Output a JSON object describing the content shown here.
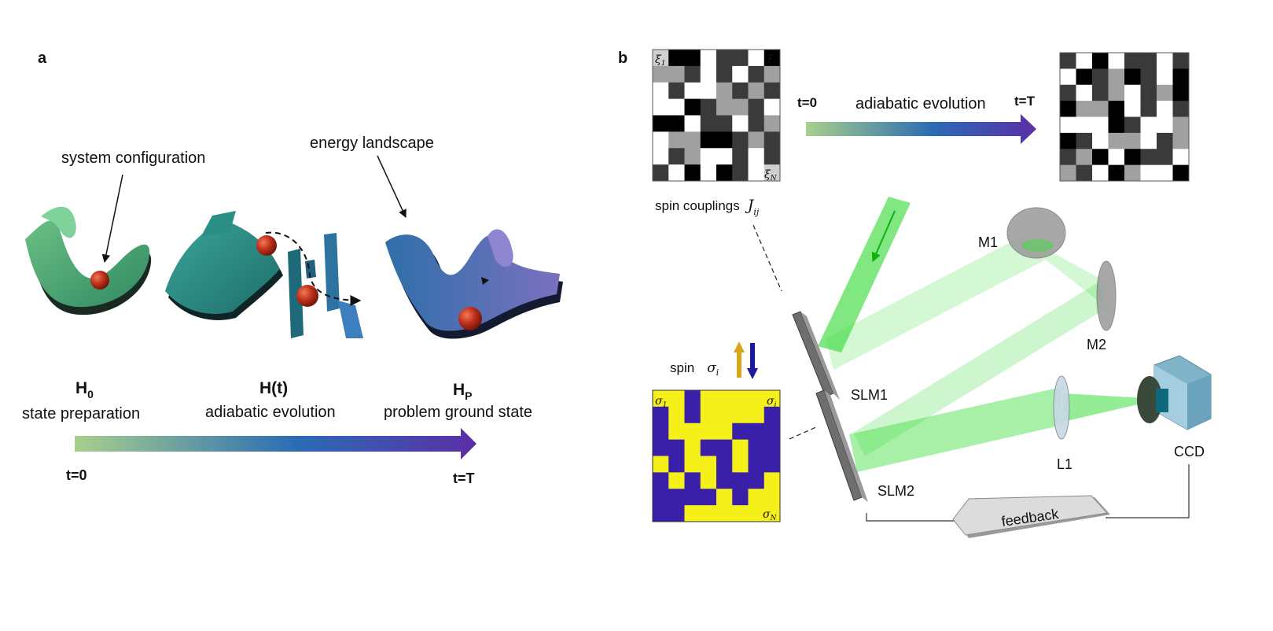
{
  "panel_a": {
    "letter": "a",
    "callouts": {
      "system_configuration": "system configuration",
      "energy_landscape": "energy landscape"
    },
    "stages": [
      {
        "hamiltonian": "H",
        "sub": "0",
        "caption": "state preparation"
      },
      {
        "hamiltonian": "H(t)",
        "sub": "",
        "caption": "adiabatic evolution"
      },
      {
        "hamiltonian": "H",
        "sub": "P",
        "caption": "problem ground state"
      }
    ],
    "time_start": "t=0",
    "time_end": "t=T",
    "gradient_colors": [
      "#a8d08d",
      "#2b6cb5",
      "#5b2ea6"
    ]
  },
  "panel_b": {
    "letter": "b",
    "xi_labels": {
      "first": "ξ",
      "first_sub": "1",
      "mid": "ξ",
      "mid_sub": "i",
      "last": "ξ",
      "last_sub": "N"
    },
    "time_start": "t=0",
    "time_end": "t=T",
    "evolution_label": "adiabatic evolution",
    "spin_couplings_text": "spin couplings",
    "spin_couplings_symbol": "J",
    "spin_couplings_sub": "ij",
    "spin_text": "spin",
    "spin_symbol": "σ",
    "spin_sub": "i",
    "sigma_labels": {
      "first": "σ",
      "first_sub": "1",
      "mid": "σ",
      "mid_sub": "i",
      "last": "σ",
      "last_sub": "N"
    },
    "components": {
      "m1": "M1",
      "m2": "M2",
      "slm1": "SLM1",
      "slm2": "SLM2",
      "l1": "L1",
      "ccd": "CCD",
      "feedback": "feedback"
    },
    "spin_colors": {
      "up": "#f5f01a",
      "down": "#3a1fa8"
    },
    "beam_color": "#3ddc3d",
    "xi_matrix_initial": [
      [
        4,
        0,
        0,
        3,
        1,
        1,
        3,
        0
      ],
      [
        2,
        2,
        1,
        3,
        1,
        3,
        1,
        2
      ],
      [
        3,
        1,
        3,
        3,
        2,
        1,
        2,
        1
      ],
      [
        3,
        3,
        0,
        1,
        2,
        2,
        1,
        3
      ],
      [
        0,
        0,
        3,
        1,
        1,
        3,
        1,
        2
      ],
      [
        3,
        2,
        2,
        0,
        0,
        1,
        2,
        1
      ],
      [
        3,
        1,
        2,
        3,
        3,
        1,
        3,
        1
      ],
      [
        1,
        3,
        0,
        3,
        0,
        1,
        3,
        4
      ]
    ],
    "xi_matrix_final": [
      [
        1,
        3,
        0,
        3,
        1,
        1,
        3,
        1
      ],
      [
        3,
        0,
        1,
        2,
        0,
        1,
        3,
        0
      ],
      [
        1,
        3,
        1,
        2,
        3,
        1,
        2,
        0
      ],
      [
        0,
        2,
        2,
        0,
        3,
        1,
        3,
        1
      ],
      [
        3,
        3,
        3,
        0,
        1,
        3,
        3,
        2
      ],
      [
        0,
        1,
        3,
        2,
        2,
        3,
        1,
        2
      ],
      [
        1,
        2,
        0,
        3,
        0,
        1,
        1,
        3
      ],
      [
        2,
        1,
        3,
        0,
        2,
        3,
        3,
        0
      ]
    ],
    "sigma_matrix": [
      [
        1,
        1,
        0,
        1,
        1,
        1,
        1,
        1
      ],
      [
        0,
        1,
        0,
        1,
        1,
        1,
        1,
        0
      ],
      [
        0,
        1,
        1,
        1,
        1,
        0,
        0,
        0
      ],
      [
        0,
        0,
        1,
        0,
        0,
        1,
        0,
        0
      ],
      [
        1,
        0,
        1,
        1,
        0,
        1,
        0,
        0
      ],
      [
        0,
        1,
        0,
        1,
        0,
        0,
        0,
        1
      ],
      [
        0,
        0,
        0,
        0,
        1,
        0,
        1,
        1
      ],
      [
        0,
        0,
        1,
        1,
        1,
        1,
        1,
        1
      ]
    ]
  }
}
